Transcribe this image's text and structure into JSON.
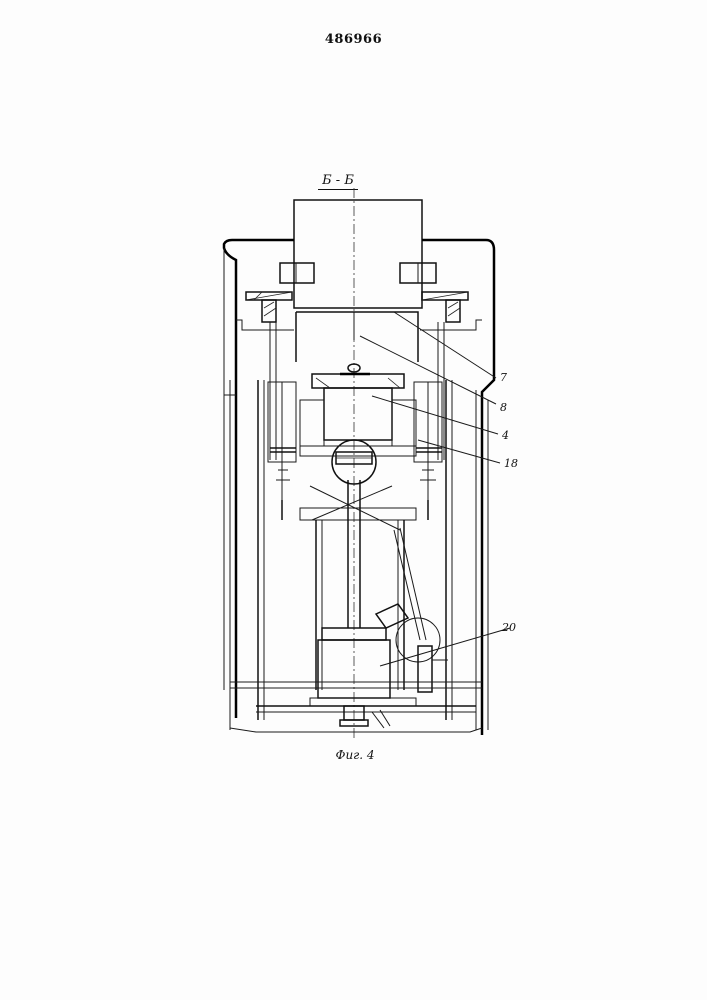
{
  "header": {
    "patent_number": "486966"
  },
  "drawing": {
    "section_label": "Б - Б",
    "caption": "Фиг. 4",
    "reference_numerals": [
      "7",
      "8",
      "4",
      "18",
      "20"
    ]
  }
}
